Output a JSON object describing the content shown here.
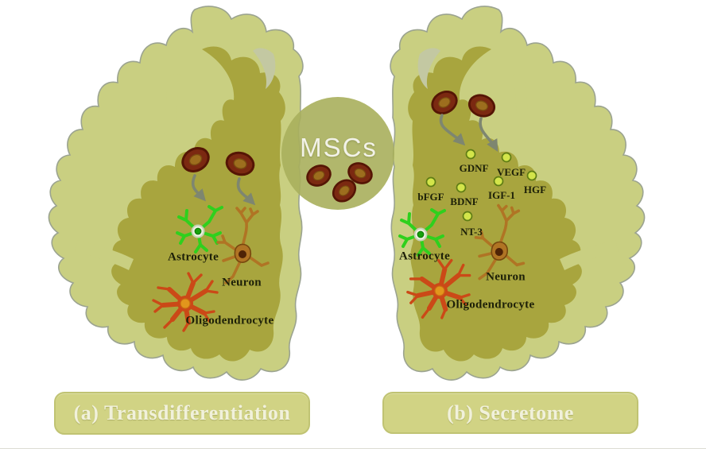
{
  "msc_circle": {
    "label": "MSCs"
  },
  "panel_a": {
    "caption": "(a) Transdifferentiation",
    "labels": {
      "astrocyte": "Astrocyte",
      "neuron": "Neuron",
      "oligodendrocyte": "Oligodendrocyte"
    }
  },
  "panel_b": {
    "caption": "(b) Secretome",
    "factors": {
      "gdnf": "GDNF",
      "vegf": "VEGF",
      "bfgf": "bFGF",
      "bdnf": "BDNF",
      "igf1": "IGF-1",
      "hgf": "HGF",
      "nt3": "NT-3"
    },
    "labels": {
      "astrocyte": "Astrocyte",
      "neuron": "Neuron",
      "oligodendrocyte": "Oligodendrocyte"
    }
  },
  "colors": {
    "background": "#ffffff",
    "brain_cortex": "#c9cf81",
    "brain_outline": "#9ba390",
    "brain_inner": "#a8a53e",
    "msc_circle": "#a9af5c",
    "msc_text": "#f2f2e8",
    "stem_cell_body": "#7b2911",
    "stem_cell_outline": "#551505",
    "stem_cell_nucleus": "#9d6e1e",
    "stem_cell_nucleus_outline": "#7a4b10",
    "arrow": "#7e8670",
    "astrocyte_green": "#2fd01d",
    "astrocyte_nucleus": "#18a20d",
    "neuron_brown": "#b07424",
    "neuron_outline": "#77480e",
    "neuron_nucleus": "#4f2306",
    "oligodendrocyte_orange": "#cb4917",
    "oligodendrocyte_nucleus": "#e2961c",
    "factor_dot_fill": "#d3e54a",
    "factor_dot_outline": "#5f7d14",
    "label_text": "#1d2008",
    "caption_box_fill": "#d1d384",
    "caption_box_border": "#c0c373",
    "caption_text": "#f1f1db"
  }
}
